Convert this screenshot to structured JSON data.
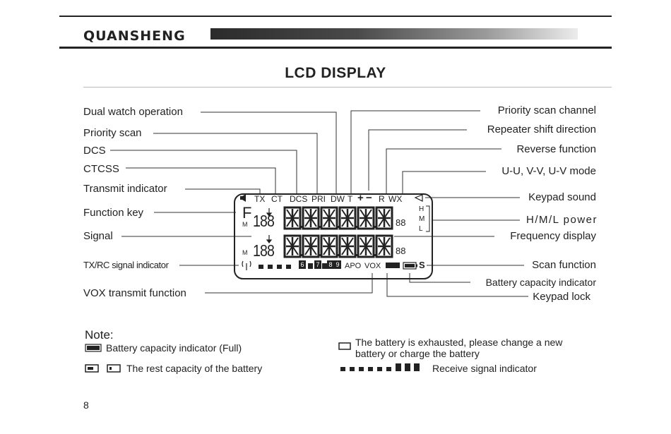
{
  "header": {
    "brand": "QUANSHENG"
  },
  "page_title": "LCD DISPLAY",
  "callouts_left": {
    "dual_watch": "Dual watch operation",
    "priority_scan": "Priority scan",
    "dcs": "DCS",
    "ctcss": "CTCSS",
    "transmit_indicator": "Transmit indicator",
    "function_key": "Function key",
    "signal": "Signal",
    "txrc": "TX/RC signal indicator",
    "vox": "VOX transmit function"
  },
  "callouts_right": {
    "priority_channel": "Priority scan channel",
    "repeater_shift": "Repeater shift direction",
    "reverse": "Reverse function",
    "uv_mode": "U-U, V-V, U-V mode",
    "keypad_sound": "Keypad sound",
    "power": "H/M/L power",
    "freq_display": "Frequency display",
    "scan_function": "Scan function",
    "battery_indicator": "Battery capacity indicator",
    "keypad_lock": "Keypad lock"
  },
  "lcd": {
    "top_row": [
      "TX",
      "CT",
      "DCS",
      "PRI",
      "DW",
      "T",
      "+",
      "−",
      "R",
      "WX"
    ],
    "f_label": "F",
    "m_label": "M",
    "channel_digits": "188",
    "small_digits": "88",
    "power_levels": [
      "H",
      "M",
      "L"
    ],
    "bottom_labels": [
      "APO",
      "VOX"
    ],
    "signal_numbers": [
      "6",
      "7",
      "8",
      "9"
    ],
    "scan_letter": "S"
  },
  "notes": {
    "title": "Note:",
    "battery_full": "Battery capacity indicator (Full)",
    "battery_rest": "The rest capacity of the battery",
    "battery_exhausted_1": "The battery is exhausted, please change a new",
    "battery_exhausted_2": "battery or charge the battery",
    "receive_signal": "Receive signal indicator"
  },
  "page_number": "8"
}
